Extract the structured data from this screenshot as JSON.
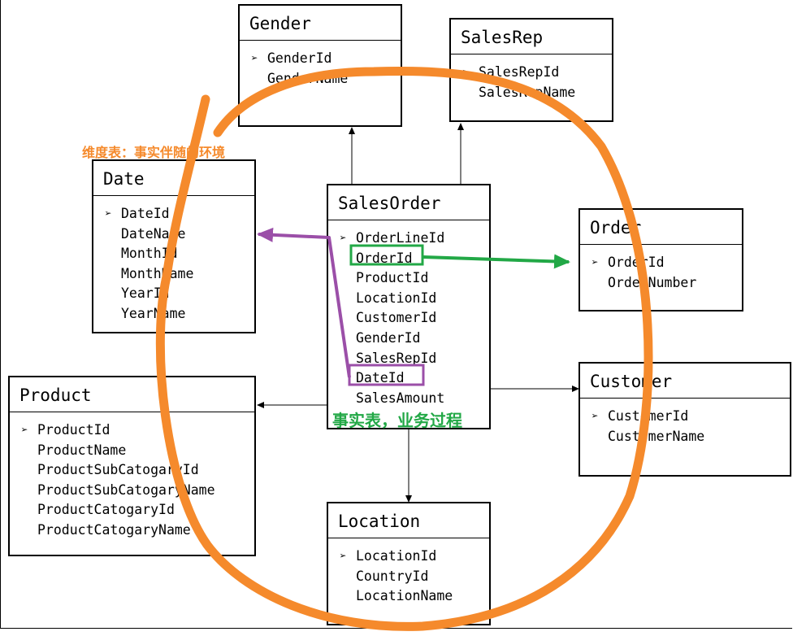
{
  "tables": {
    "gender": {
      "title": "Gender",
      "fields": [
        "GenderId",
        "GenderName"
      ]
    },
    "salesrep": {
      "title": "SalesRep",
      "fields": [
        "SalesRepId",
        "SalesRepName"
      ]
    },
    "date": {
      "title": "Date",
      "fields": [
        "DateId",
        "DateName",
        "MonthId",
        "MonthName",
        "YearId",
        "YearName"
      ]
    },
    "salesorder": {
      "title": "SalesOrder",
      "fields": [
        "OrderLineId",
        "OrderId",
        "ProductId",
        "LocationId",
        "CustomerId",
        "GenderId",
        "SalesRepId",
        "DateId",
        "SalesAmount"
      ]
    },
    "order": {
      "title": "Order",
      "fields": [
        "OrderId",
        "OrderNumber"
      ]
    },
    "product": {
      "title": "Product",
      "fields": [
        "ProductId",
        "ProductName",
        "ProductSubCatogaryId",
        "ProductSubCatogaryName",
        "ProductCatogaryId",
        "ProductCatogaryName"
      ]
    },
    "customer": {
      "title": "Customer",
      "fields": [
        "CustomerId",
        "CustomerName"
      ]
    },
    "location": {
      "title": "Location",
      "fields": [
        "LocationId",
        "CountryId",
        "LocationName"
      ]
    }
  },
  "annotations": {
    "dimension_label": "维度表：事实伴随的环境",
    "fact_label": "事实表，业务过程"
  },
  "colors": {
    "orange": "#F58A2C",
    "green": "#22A846",
    "purple": "#9B4FA8"
  },
  "icons": {
    "primary_key": "arrowhead-bullet-icon"
  }
}
